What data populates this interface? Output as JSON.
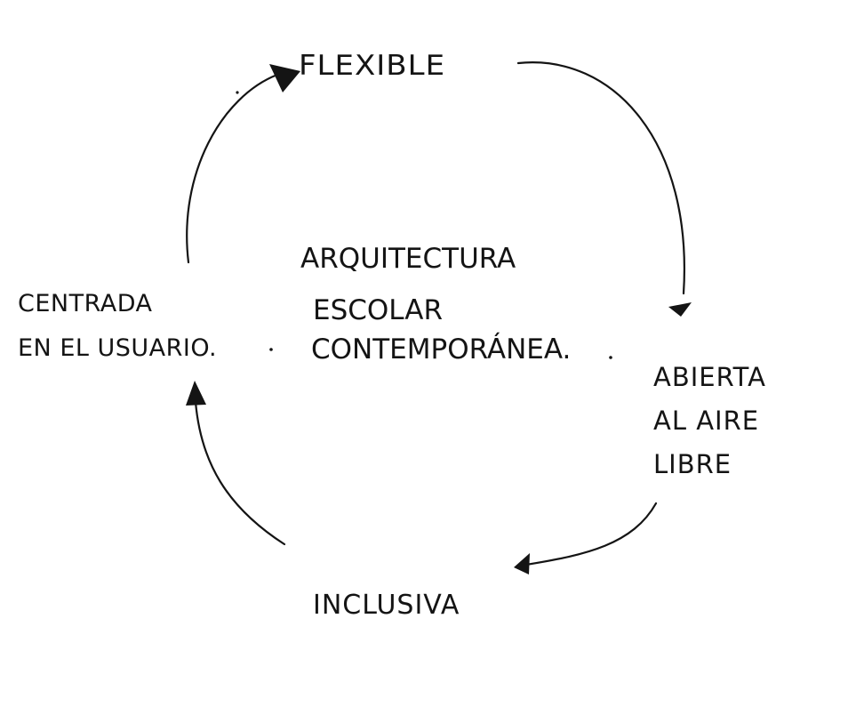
{
  "diagram": {
    "center": {
      "line1": "ARQUITECTURA",
      "line2": "ESCOLAR",
      "line3": "CONTEMPORÁNEA."
    },
    "nodes": {
      "flexible": "FLEXIBLE",
      "abierta": [
        "ABIERTA",
        "AL AIRE",
        "LIBRE"
      ],
      "inclusiva": "INCLUSIVA",
      "centrada": [
        "CENTRADA",
        "EN EL USUARIO."
      ]
    },
    "edges": [
      {
        "from": "flexible",
        "to": "abierta"
      },
      {
        "from": "abierta",
        "to": "inclusiva"
      },
      {
        "from": "inclusiva",
        "to": "centrada"
      },
      {
        "from": "centrada",
        "to": "flexible"
      }
    ],
    "style": {
      "ink": "#141414",
      "background": "#ffffff"
    }
  }
}
